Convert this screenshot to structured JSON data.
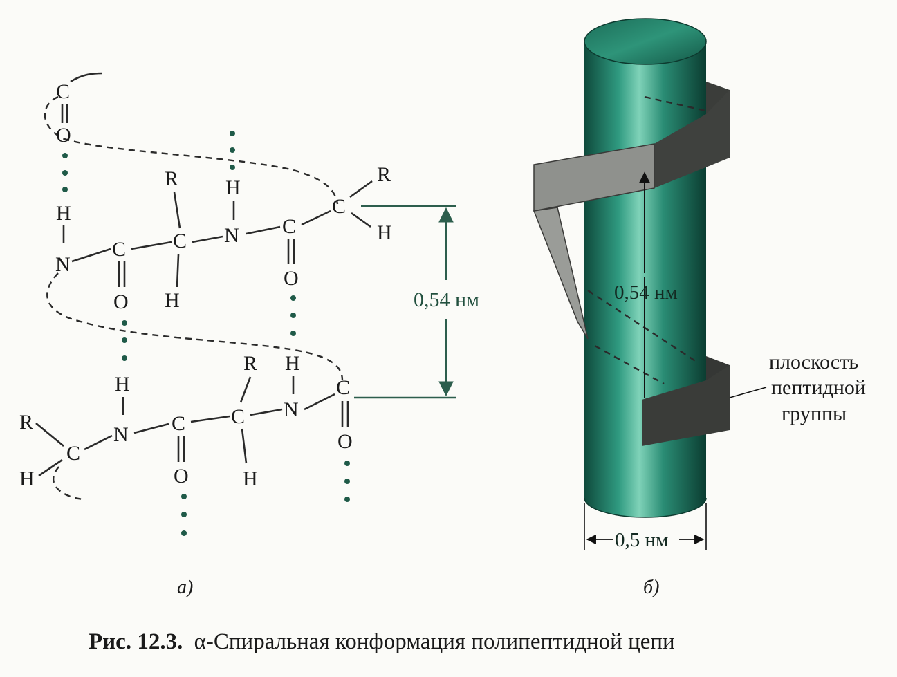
{
  "panel_a": {
    "atoms": {
      "c_top": "C",
      "o_top": "O",
      "h_left": "H",
      "n_left": "N",
      "c_carbonyl1": "C",
      "o_carbonyl1": "O",
      "r_alpha1": "R",
      "c_alpha1": "C",
      "h_alpha1": "H",
      "h_amide2": "H",
      "n_amide2": "N",
      "c_carbonyl2": "C",
      "o_carbonyl2": "O",
      "r_alpha2": "R",
      "c_alpha2": "C",
      "h_alpha2": "H",
      "r_bottom_left": "R",
      "c_bottom_left": "C",
      "h_bottom_left": "H",
      "h_amide3": "H",
      "n_amide3": "N",
      "c_carbonyl3": "C",
      "o_carbonyl3": "O",
      "r_alpha3": "R",
      "c_alpha3": "C",
      "h_alpha3": "H",
      "h_amide4": "H",
      "n_amide4": "N",
      "c_carbonyl4": "C",
      "o_carbonyl4": "O"
    },
    "pitch_label": "0,54 нм",
    "label": "а)"
  },
  "panel_b": {
    "pitch_label": "0,54 нм",
    "diameter_label": "0,5 нм",
    "plane_label_lines": [
      "плоскость",
      "пептидной",
      "группы"
    ],
    "label": "б)"
  },
  "caption": {
    "number": "Рис. 12.3.",
    "text": "α-Спиральная конформация полипептидной цепи"
  },
  "colors": {
    "cylinder": "#1f7a64",
    "cylinder_light": "#6fc7ab",
    "plane_dark": "#3d3f3c",
    "plane_light": "#8e908c",
    "hbond": "#1f5a48"
  }
}
